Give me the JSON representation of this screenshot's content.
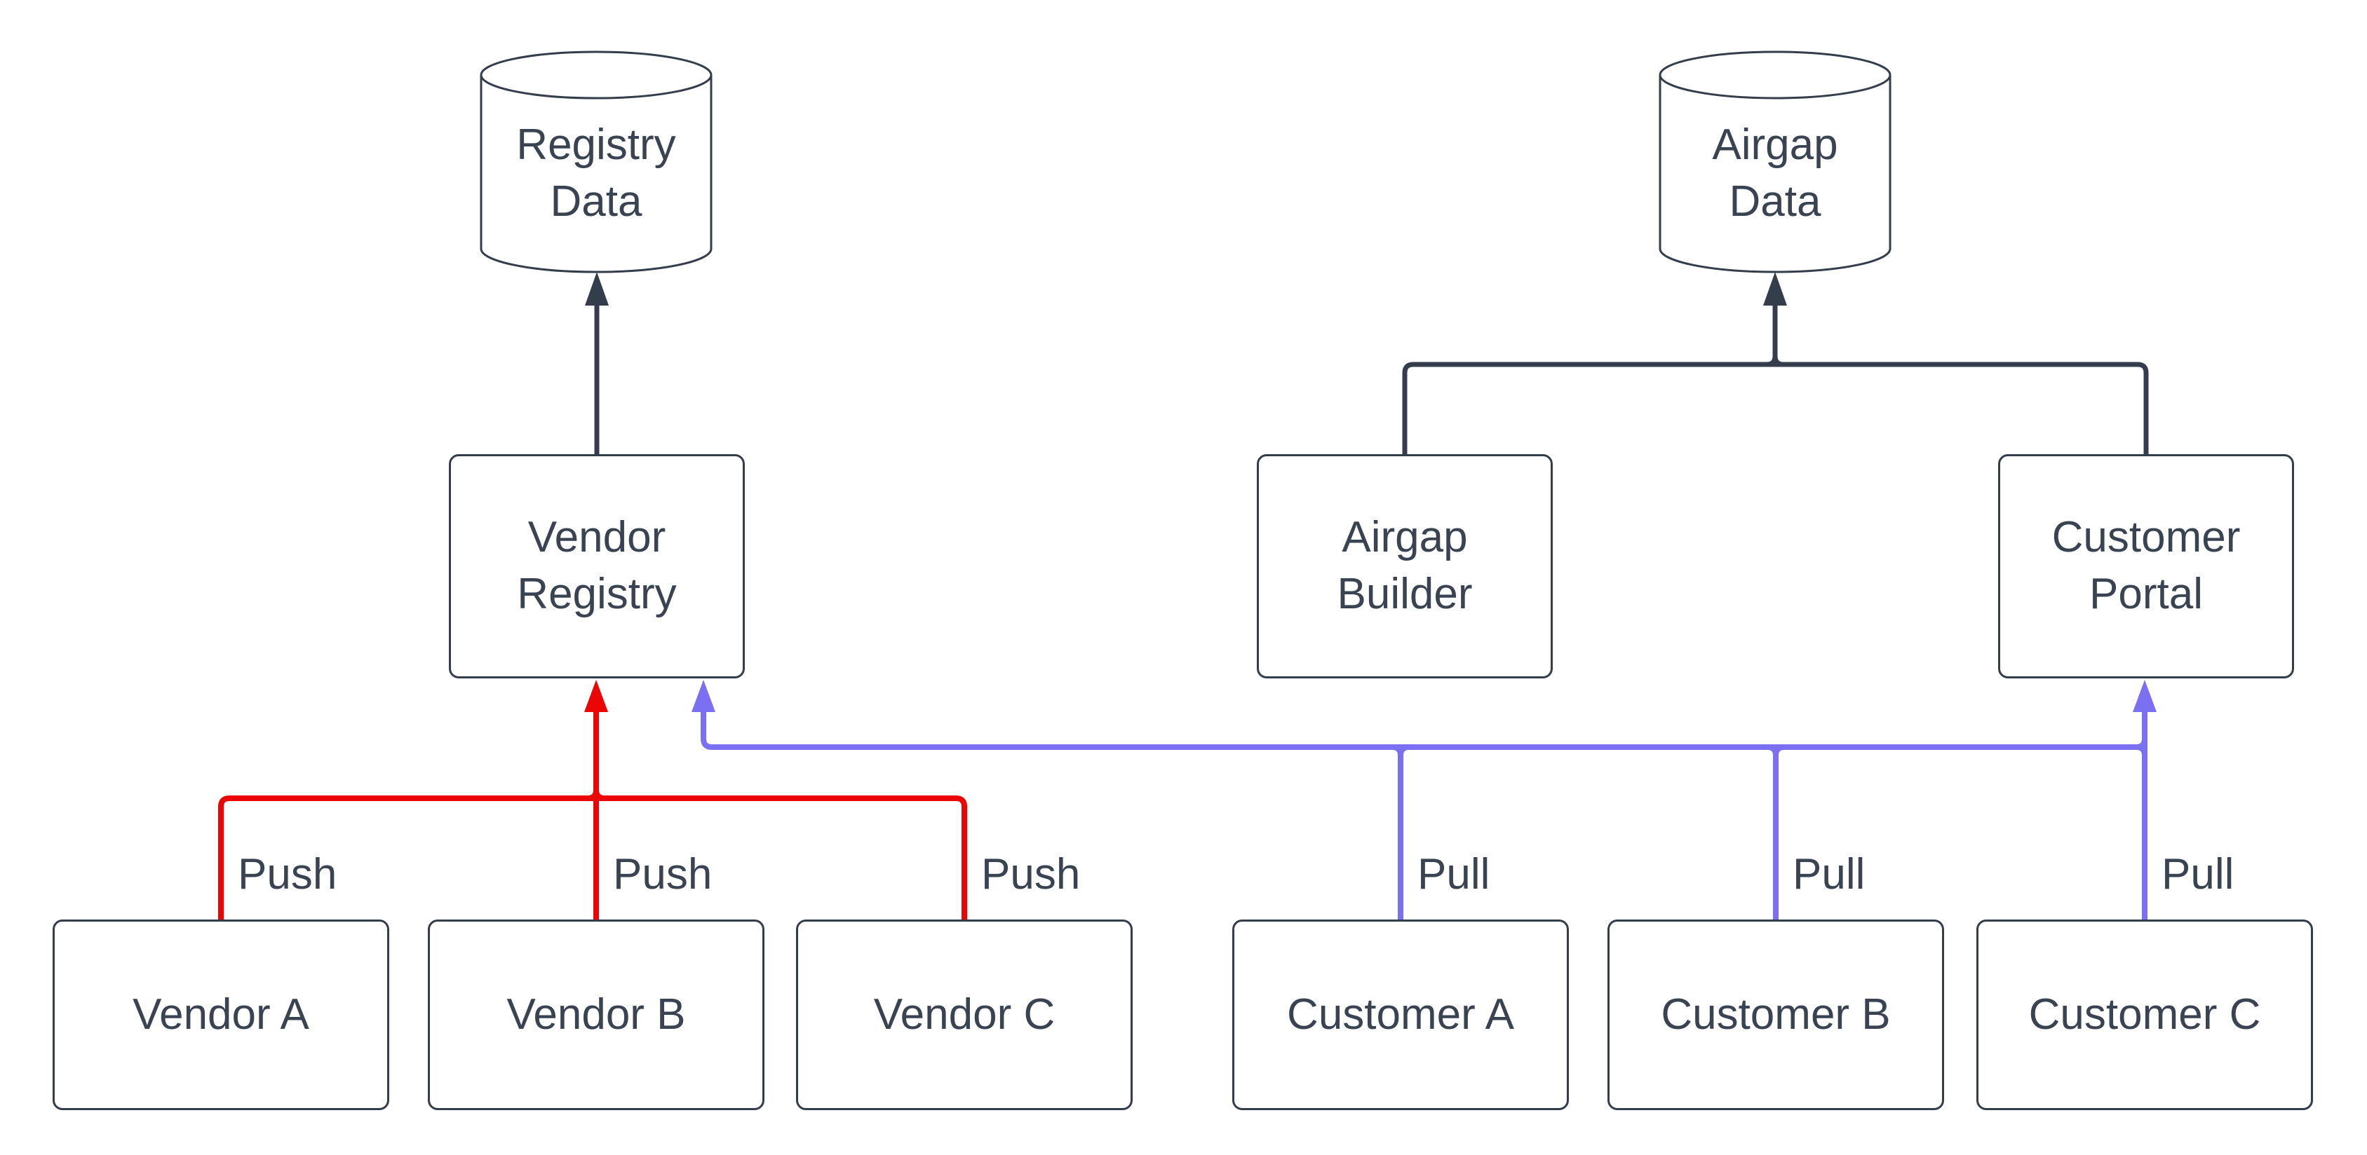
{
  "diagram": {
    "colors": {
      "line": "#343d4b",
      "text": "#394351",
      "push_line": "#ec0505",
      "pull_line": "#7b70f2",
      "node_fill": "#ffffff"
    },
    "nodes": {
      "registry_data": {
        "label": "Registry Data",
        "shape": "cylinder"
      },
      "airgap_data": {
        "label": "Airgap Data",
        "shape": "cylinder"
      },
      "vendor_registry": {
        "label": "Vendor Registry",
        "shape": "rect"
      },
      "airgap_builder": {
        "label": "Airgap Builder",
        "shape": "rect"
      },
      "customer_portal": {
        "label": "Customer Portal",
        "shape": "rect"
      },
      "vendor_a": {
        "label": "Vendor A",
        "shape": "rect"
      },
      "vendor_b": {
        "label": "Vendor B",
        "shape": "rect"
      },
      "vendor_c": {
        "label": "Vendor C",
        "shape": "rect"
      },
      "customer_a": {
        "label": "Customer A",
        "shape": "rect"
      },
      "customer_b": {
        "label": "Customer B",
        "shape": "rect"
      },
      "customer_c": {
        "label": "Customer C",
        "shape": "rect"
      }
    },
    "edges": [
      {
        "from": "vendor_registry",
        "to": "registry_data",
        "label": "",
        "color": "dark"
      },
      {
        "from": "airgap_builder",
        "to": "airgap_data",
        "label": "",
        "color": "dark"
      },
      {
        "from": "customer_portal",
        "to": "airgap_data",
        "label": "",
        "color": "dark"
      },
      {
        "from": "vendor_a",
        "to": "vendor_registry",
        "label": "Push",
        "color": "push"
      },
      {
        "from": "vendor_b",
        "to": "vendor_registry",
        "label": "Push",
        "color": "push"
      },
      {
        "from": "vendor_c",
        "to": "vendor_registry",
        "label": "Push",
        "color": "push"
      },
      {
        "from": "customer_a",
        "to": "vendor_registry",
        "label": "Pull",
        "color": "pull"
      },
      {
        "from": "customer_b",
        "to": "vendor_registry",
        "label": "Pull",
        "color": "pull"
      },
      {
        "from": "customer_c",
        "to": "customer_portal",
        "label": "Pull",
        "color": "pull"
      }
    ]
  }
}
